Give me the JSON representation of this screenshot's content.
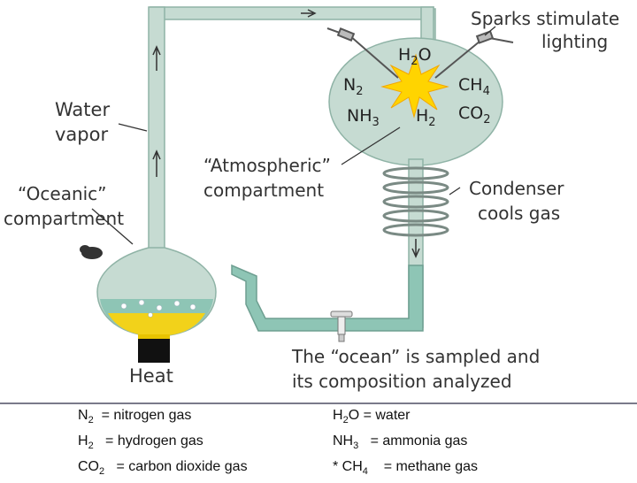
{
  "diagram": {
    "labels": {
      "sparks": [
        "Sparks stimulate",
        "lighting"
      ],
      "water_vapor": [
        "Water",
        "vapor"
      ],
      "atmospheric": [
        "“Atmospheric”",
        "compartment"
      ],
      "oceanic": [
        "“Oceanic”",
        "compartment"
      ],
      "condenser": [
        "Condenser",
        "cools gas"
      ],
      "heat": "Heat",
      "ocean_sampled": [
        "The “ocean” is sampled and",
        "its composition analyzed"
      ]
    },
    "flask_gases": {
      "h2o": {
        "base": "H",
        "sub": "2",
        "tail": "O"
      },
      "n2": {
        "base": "N",
        "sub": "2",
        "tail": ""
      },
      "ch4": {
        "base": "CH",
        "sub": "4",
        "tail": ""
      },
      "nh3": {
        "base": "NH",
        "sub": "3",
        "tail": ""
      },
      "h2": {
        "base": "H",
        "sub": "2",
        "tail": ""
      },
      "co2": {
        "base": "CO",
        "sub": "2",
        "tail": ""
      }
    },
    "colors": {
      "glass": "#c6dbd2",
      "glass_stroke": "#8fb3a6",
      "spark": "#ffd400",
      "water": "#8ec5b5",
      "heated_liquid": "#f2d21a",
      "burner": "#111111"
    }
  },
  "legend": {
    "left": [
      {
        "base": "N",
        "sub": "2",
        "tail": "",
        "desc": "  = nitrogen gas"
      },
      {
        "base": "H",
        "sub": "2",
        "tail": "",
        "desc": "   = hydrogen gas"
      },
      {
        "base": "CO",
        "sub": "2",
        "tail": "",
        "desc": "   = carbon dioxide gas"
      }
    ],
    "right": [
      {
        "base": "H",
        "sub": "2",
        "tail": "O",
        "desc": " = water"
      },
      {
        "base": "NH",
        "sub": "3",
        "tail": "",
        "desc": "   = ammonia gas"
      },
      {
        "base": "* CH",
        "sub": "4",
        "tail": "",
        "desc": "    = methane gas"
      }
    ]
  }
}
